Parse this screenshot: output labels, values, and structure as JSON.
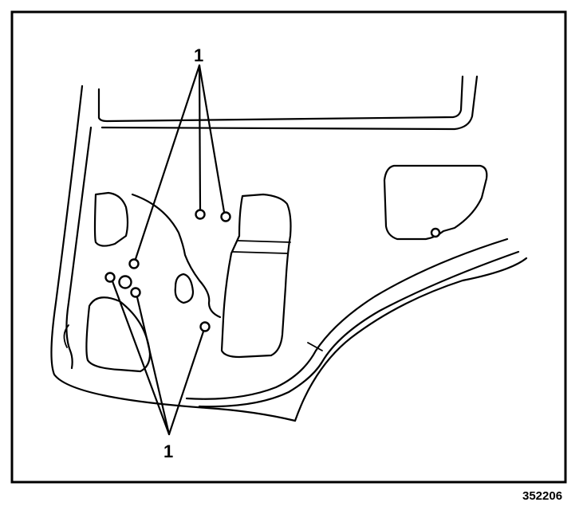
{
  "callouts": {
    "top_label": "1",
    "bottom_label": "1"
  },
  "figure_number": "352206",
  "colors": {
    "ink": "#000000",
    "paper": "#ffffff"
  }
}
